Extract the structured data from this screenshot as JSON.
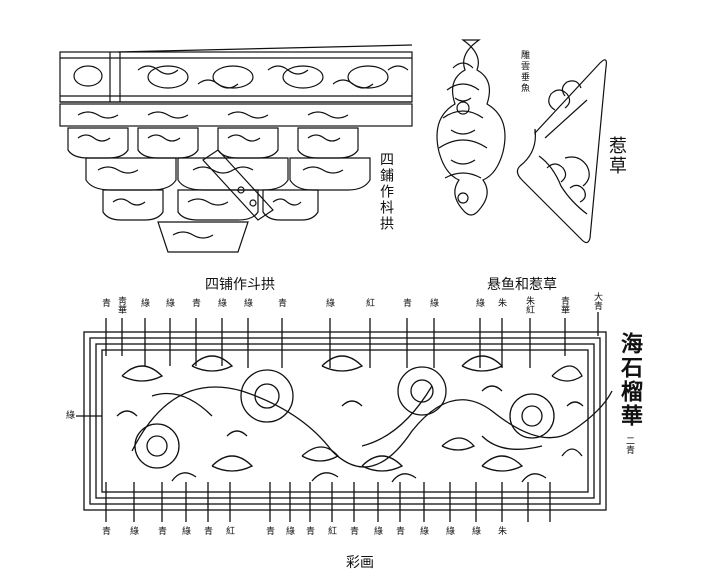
{
  "figures": {
    "bracket": {
      "caption": "四铺作斗拱",
      "vertical_label": "四鋪作枓拱"
    },
    "fish_grass": {
      "caption": "悬鱼和惹草",
      "label_fish": "雕雲垂魚",
      "label_grass": "惹草"
    },
    "painting": {
      "caption": "彩画",
      "title": "海石榴華",
      "side_note": "二青",
      "top_notes": [
        "青",
        "靑華",
        "綠",
        "綠",
        "青",
        "綠",
        "綠",
        "青",
        "綠",
        "紅",
        "青",
        "綠",
        "綠",
        "朱",
        "朱紅",
        "青華",
        "大青"
      ],
      "bottom_notes": [
        "青",
        "綠",
        "青",
        "綠",
        "青",
        "紅",
        "青",
        "綠",
        "青",
        "紅",
        "青",
        "綠",
        "青",
        "綠",
        "綠",
        "綠",
        "朱"
      ],
      "left_note": "綠"
    }
  }
}
